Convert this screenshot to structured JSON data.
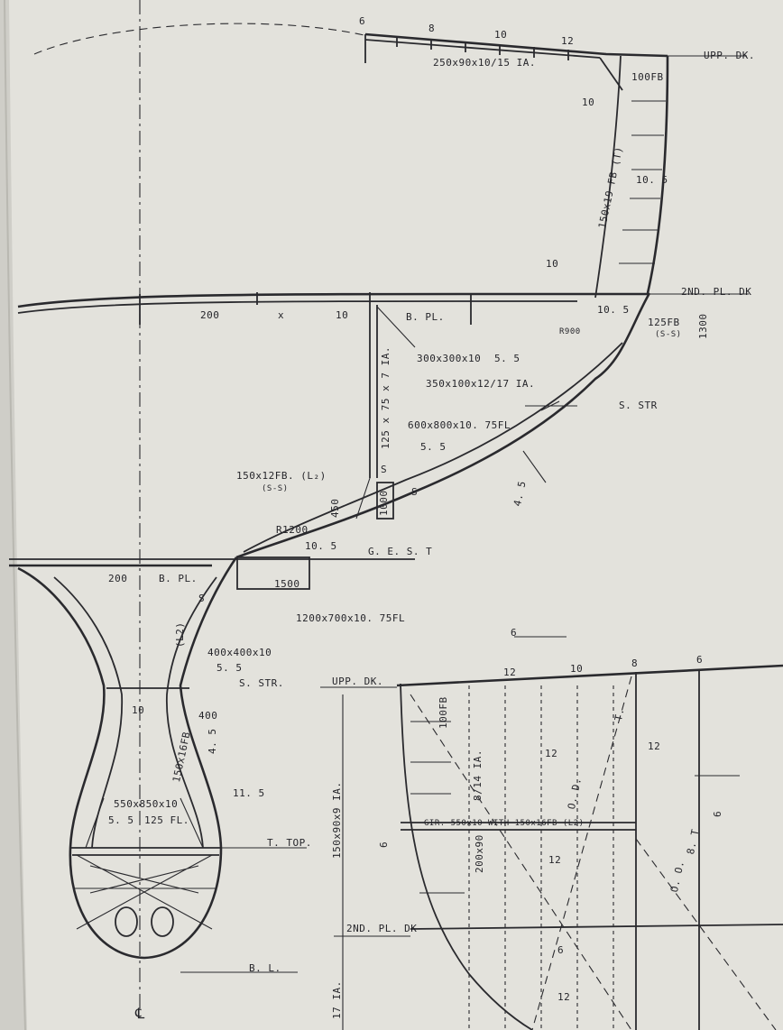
{
  "labels": {
    "upp_dk_top": "UPP. DK.",
    "deck_beam": "250x90x10/15 IA.",
    "n6": "6",
    "n8": "8",
    "n10a": "10",
    "n12": "12",
    "fb100": "100FB",
    "n10_left": "10",
    "side_frame": "150x19 FB (T)",
    "n10_5_side": "10. 5",
    "n10_2nd": "10",
    "dk2": "2ND. PL. DK",
    "n200_dk": "200",
    "x_mark": "x",
    "n10_dk": "10",
    "bpl": "B. PL.",
    "n10_5b": "10. 5",
    "fb125": "125FB",
    "ss1": "(S-S)",
    "r900": "R900",
    "n1300": "1300",
    "brk300": "300x300x10",
    "w55a": "5. 5",
    "long350": "350x100x12/17 IA.",
    "sstr1": "S. STR",
    "pillar": "125 x 75 x 7 IA.",
    "web600": "600x800x10. 75FL",
    "w55b": "5. 5",
    "fb150": "150x12FB. (L₂)",
    "ss2": "(S-S)",
    "s_a": "S",
    "s_b": "S",
    "n450": "450",
    "n1000": "1000",
    "w45": "4. 5",
    "r1200": "R1200",
    "n10_5c": "10. 5",
    "gest": "G. E. S. T",
    "n200_b": "200",
    "bpl2": "B. PL.",
    "s_c": "S",
    "n1500": "1500",
    "web1200": "1200x700x10. 75FL",
    "l2": "(L2)",
    "brk400": "400x400x10",
    "w55c": "5. 5",
    "sstr2": "S. STR.",
    "n10_keel": "10",
    "n400": "400",
    "n4_5": "4. 5",
    "fb150_16": "150x16FB",
    "n11_5": "11. 5",
    "web550": "550x850x10",
    "w55d": "5. 5",
    "fl125": "125 FL.",
    "ttop": "T. TOP.",
    "bl": "B. L.",
    "cl": "℄",
    "upp_dk2": "UPP. DK.",
    "n6b": "6",
    "n12b": "12",
    "n10b": "10",
    "n8b": "8",
    "n6c": "6",
    "frame150": "150x90x9 IA.",
    "fb100b": "100FB",
    "ia8": "8/14 IA.",
    "n12c": "12",
    "n12d": "12",
    "gir": "GIR. 550x10 WITH 150x16FB (L2)",
    "n200x90": "200x90",
    "n12e": "12",
    "n6d": "6",
    "n6e": "6",
    "dk2b": "2ND. PL. DK",
    "n6f": "6",
    "n12f": "12",
    "ia17": "17 IA.",
    "d_o": "O. D.",
    "d_oo": "O. O.",
    "d_t": "T.",
    "d_8t": "8. T"
  }
}
